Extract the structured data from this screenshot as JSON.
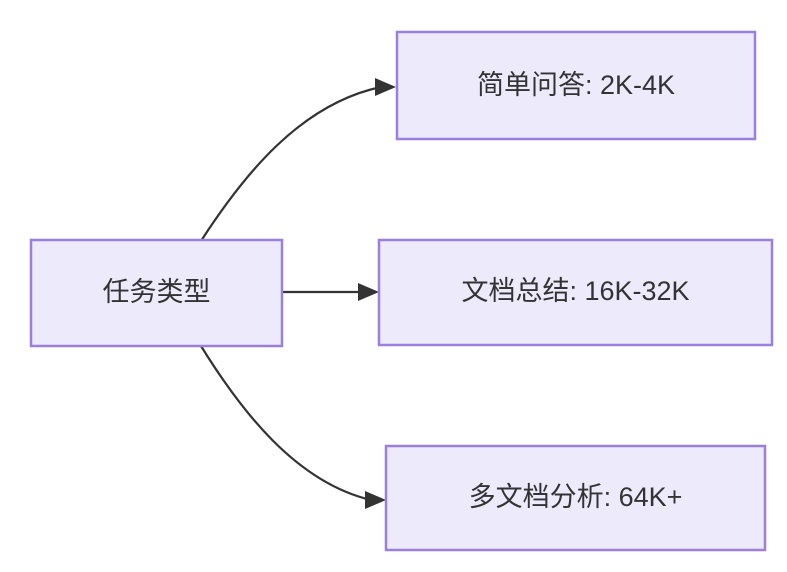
{
  "diagram": {
    "type": "flowchart",
    "direction": "left-to-right",
    "background_color": "#ffffff",
    "node_fill_color": "#eceafb",
    "node_border_color": "#9a7fdc",
    "text_color": "#333333",
    "edge_color": "#333333",
    "root": {
      "id": "task-type",
      "label": "任务类型"
    },
    "branches": [
      {
        "id": "simple-qa",
        "label": "简单问答: 2K-4K",
        "edge_style": "curved"
      },
      {
        "id": "doc-summary",
        "label": "文档总结: 16K-32K",
        "edge_style": "straight"
      },
      {
        "id": "multi-doc-analysis",
        "label": "多文档分析: 64K+",
        "edge_style": "curved"
      }
    ]
  }
}
